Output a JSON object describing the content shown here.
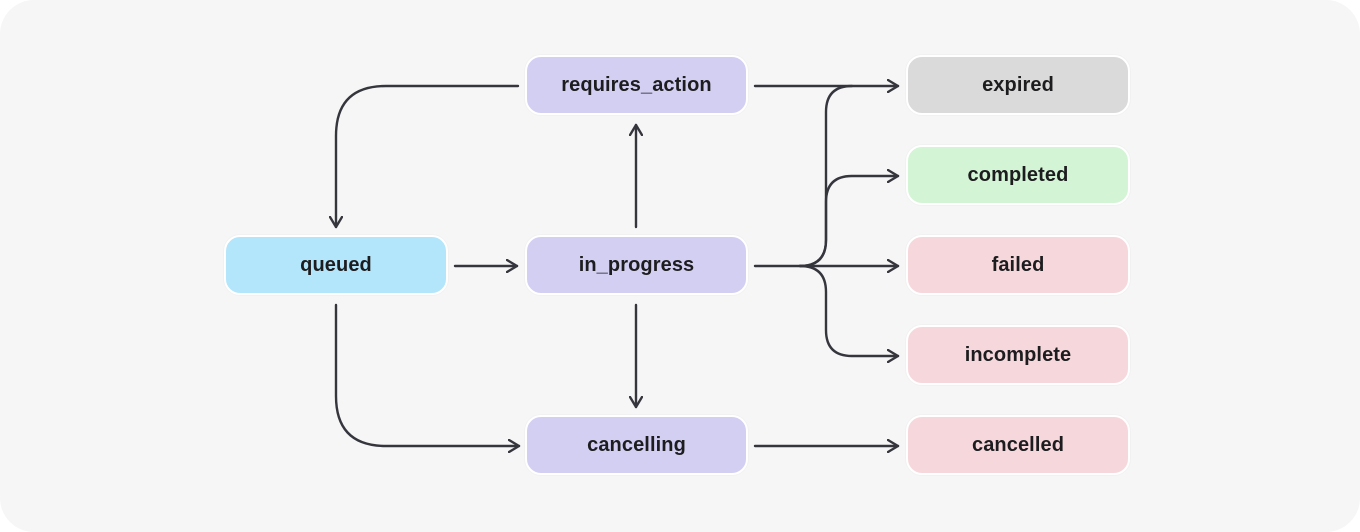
{
  "diagram": {
    "colors": {
      "background": "#f6f6f6",
      "edge": "#35353d",
      "queued": "#b3e6fb",
      "active": "#d3cff3",
      "expired": "#dadada",
      "completed": "#d4f4d6",
      "terminal_error": "#f6d8dc"
    },
    "nodes": {
      "queued": {
        "label": "queued"
      },
      "in_progress": {
        "label": "in_progress"
      },
      "requires_action": {
        "label": "requires_action"
      },
      "cancelling": {
        "label": "cancelling"
      },
      "expired": {
        "label": "expired"
      },
      "completed": {
        "label": "completed"
      },
      "failed": {
        "label": "failed"
      },
      "incomplete": {
        "label": "incomplete"
      },
      "cancelled": {
        "label": "cancelled"
      }
    },
    "edges": [
      {
        "from": "queued",
        "to": "in_progress"
      },
      {
        "from": "queued",
        "to": "cancelling"
      },
      {
        "from": "requires_action",
        "to": "queued"
      },
      {
        "from": "requires_action",
        "to": "expired"
      },
      {
        "from": "in_progress",
        "to": "requires_action"
      },
      {
        "from": "in_progress",
        "to": "cancelling"
      },
      {
        "from": "in_progress",
        "to": "expired"
      },
      {
        "from": "in_progress",
        "to": "completed"
      },
      {
        "from": "in_progress",
        "to": "failed"
      },
      {
        "from": "in_progress",
        "to": "incomplete"
      },
      {
        "from": "cancelling",
        "to": "cancelled"
      }
    ]
  }
}
